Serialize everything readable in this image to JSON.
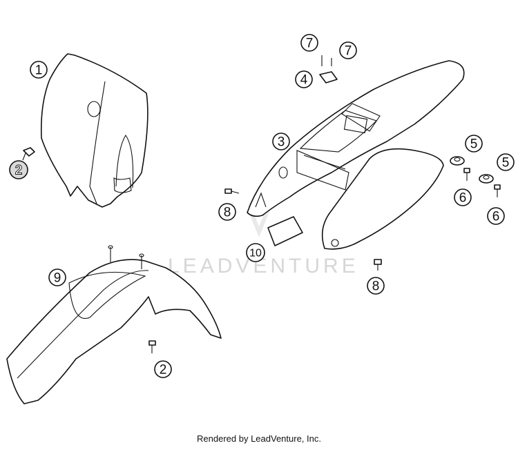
{
  "callouts": {
    "c1": "1",
    "c2_left": "2",
    "c2_bottom": "2",
    "c3": "3",
    "c4": "4",
    "c5_upper": "5",
    "c5_lower": "5",
    "c6_left": "6",
    "c6_right": "6",
    "c7_left": "7",
    "c7_right": "7",
    "c8_left": "8",
    "c8_bottom": "8",
    "c9": "9",
    "c10": "10"
  },
  "watermark": {
    "text": "LEADVENTURE"
  },
  "footer": {
    "text": "Rendered by LeadVenture, Inc."
  }
}
